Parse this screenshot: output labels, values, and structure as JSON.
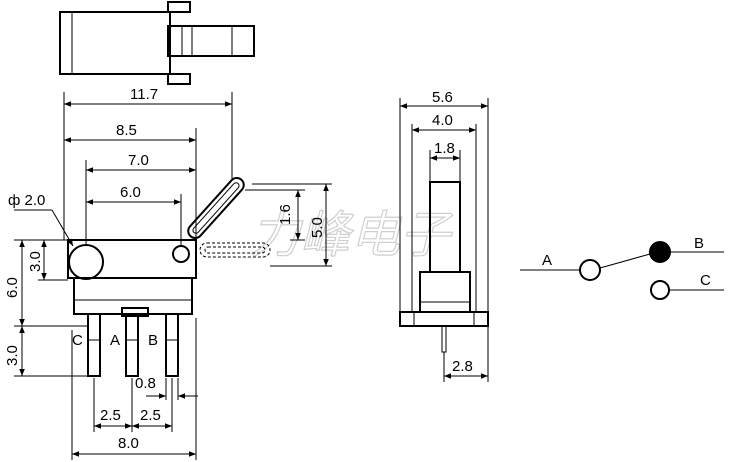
{
  "dimensions": {
    "d_11_7": "11.7",
    "d_8_5": "8.5",
    "d_7_0": "7.0",
    "d_6_0_top": "6.0",
    "d_phi_2_0": "ф 2.0",
    "d_1_6": "1.6",
    "d_5_0": "5.0",
    "d_3_0_left": "3.0",
    "d_6_0_left": "6.0",
    "d_3_0_pins": "3.0",
    "d_0_8": "0.8",
    "d_2_5_a": "2.5",
    "d_2_5_b": "2.5",
    "d_8_0": "8.0",
    "d_5_6": "5.6",
    "d_4_0": "4.0",
    "d_1_8": "1.8",
    "d_2_8": "2.8"
  },
  "pins": {
    "c": "C",
    "a": "A",
    "b": "B"
  },
  "schematic": {
    "a": "A",
    "b": "B",
    "c": "C"
  },
  "watermark": "力峰电子"
}
